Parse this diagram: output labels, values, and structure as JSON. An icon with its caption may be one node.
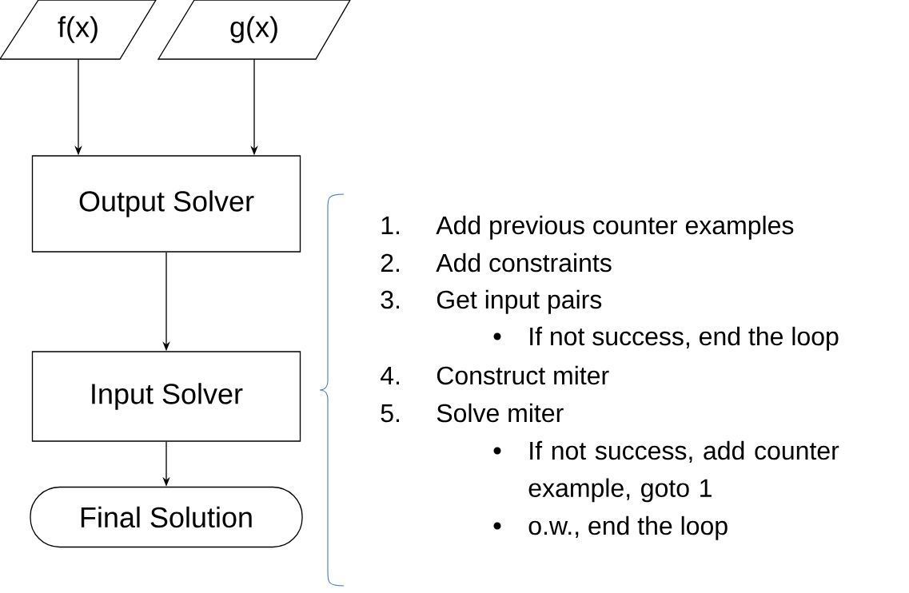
{
  "diagram": {
    "nodes": [
      {
        "text": [
          "f(x)"
        ]
      },
      {
        "text": [
          "g(x)"
        ]
      },
      {
        "text": [
          "Output Solver"
        ]
      },
      {
        "text": [
          "Input Solver"
        ]
      },
      {
        "text": [
          "Final Solution"
        ]
      }
    ],
    "edges": [
      {
        "from": 0,
        "to": 2,
        "arrow": "to"
      },
      {
        "from": 1,
        "to": 2,
        "arrow": "to"
      },
      {
        "from": 2,
        "to": 3,
        "arrow": "to"
      },
      {
        "from": 3,
        "to": 4,
        "arrow": "to"
      }
    ],
    "labels": [
      "1.",
      "Add previous counter examples",
      "2.",
      "Add constraints",
      "3.",
      "Get input pairs",
      "If not success, end the loop",
      "4.",
      "Construct miter",
      "5.",
      "Solve miter",
      "If not success, add counter example, goto 1",
      "o.w., end the loop"
    ]
  }
}
